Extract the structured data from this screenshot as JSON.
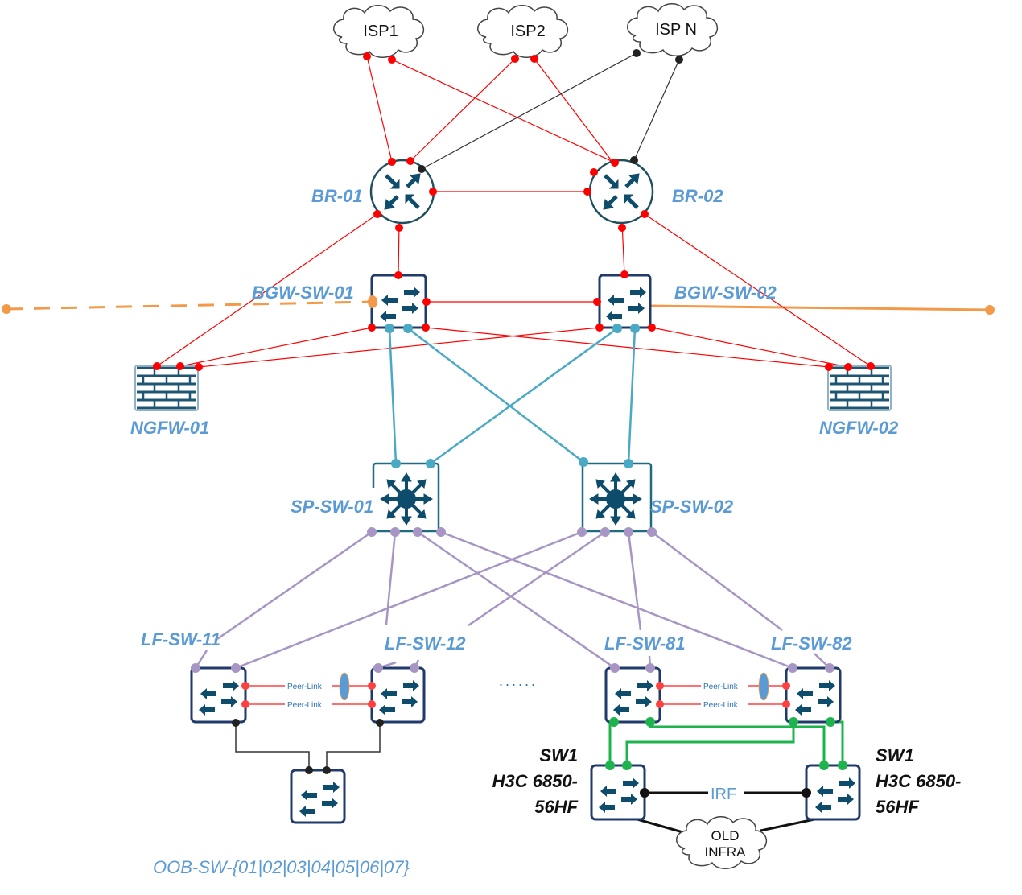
{
  "diagram": {
    "colors": {
      "wan_link": "#ff0000",
      "isp_n_link": "#222222",
      "uplink": "#4aa9c4",
      "fabric_link": "#a795c4",
      "peer_link": "#ff4040",
      "oob_link": "#222222",
      "irf_link": "#111111",
      "migration_link": "#1db34d",
      "external_link": "#f39a4a",
      "node_outline": "#1f3a6b",
      "icon_fill": "#0e4c6c",
      "label": "#5b9bd5"
    },
    "clouds": [
      {
        "id": "isp1",
        "label": "ISP1"
      },
      {
        "id": "isp2",
        "label": "ISP2"
      },
      {
        "id": "ispn",
        "label": "ISP N"
      },
      {
        "id": "old_infra",
        "label_line1": "OLD",
        "label_line2": "INFRA"
      }
    ],
    "routers": [
      {
        "id": "br01",
        "label": "BR-01"
      },
      {
        "id": "br02",
        "label": "BR-02"
      }
    ],
    "border_switches": [
      {
        "id": "bgw01",
        "label": "BGW-SW-01"
      },
      {
        "id": "bgw02",
        "label": "BGW-SW-02"
      }
    ],
    "firewalls": [
      {
        "id": "ngfw01",
        "label": "NGFW-01"
      },
      {
        "id": "ngfw02",
        "label": "NGFW-02"
      }
    ],
    "spine_switches": [
      {
        "id": "sp01",
        "label": "SP-SW-01"
      },
      {
        "id": "sp02",
        "label": "SP-SW-02"
      }
    ],
    "leaf_switches": [
      {
        "id": "lf11",
        "label": "LF-SW-11"
      },
      {
        "id": "lf12",
        "label": "LF-SW-12"
      },
      {
        "id": "lf81",
        "label": "LF-SW-81"
      },
      {
        "id": "lf82",
        "label": "LF-SW-82"
      }
    ],
    "ellipsis": "......",
    "peer_link_label": "Peer-Link",
    "oob_switch": {
      "id": "oob",
      "label": "OOB-SW-{01|02|03|04|05|06|07}"
    },
    "h3c_switches": [
      {
        "id": "h3c_left",
        "line1": "SW1",
        "line2": "H3C 6850-",
        "line3": "56HF"
      },
      {
        "id": "h3c_right",
        "line1": "SW1",
        "line2": "H3C 6850-",
        "line3": "56HF"
      }
    ],
    "irf_label": "IRF",
    "links": [
      {
        "from": "isp1",
        "to": "br01",
        "type": "wan"
      },
      {
        "from": "isp1",
        "to": "br02",
        "type": "wan"
      },
      {
        "from": "isp2",
        "to": "br01",
        "type": "wan"
      },
      {
        "from": "isp2",
        "to": "br02",
        "type": "wan"
      },
      {
        "from": "ispn",
        "to": "br01",
        "type": "isp_n"
      },
      {
        "from": "ispn",
        "to": "br02",
        "type": "isp_n"
      },
      {
        "from": "br01",
        "to": "br02",
        "type": "wan"
      },
      {
        "from": "br01",
        "to": "bgw01",
        "type": "wan"
      },
      {
        "from": "br01",
        "to": "ngfw01",
        "type": "wan"
      },
      {
        "from": "br02",
        "to": "bgw02",
        "type": "wan"
      },
      {
        "from": "br02",
        "to": "ngfw02",
        "type": "wan"
      },
      {
        "from": "bgw01",
        "to": "bgw02",
        "type": "wan"
      },
      {
        "from": "bgw01",
        "to": "ngfw01",
        "type": "wan"
      },
      {
        "from": "bgw01",
        "to": "ngfw02",
        "type": "wan"
      },
      {
        "from": "bgw02",
        "to": "ngfw01",
        "type": "wan"
      },
      {
        "from": "bgw02",
        "to": "ngfw02",
        "type": "wan"
      },
      {
        "from": "bgw01",
        "to": "sp01",
        "type": "uplink"
      },
      {
        "from": "bgw01",
        "to": "sp02",
        "type": "uplink"
      },
      {
        "from": "bgw02",
        "to": "sp01",
        "type": "uplink"
      },
      {
        "from": "bgw02",
        "to": "sp02",
        "type": "uplink"
      },
      {
        "from": "sp01",
        "to": "lf11",
        "type": "fabric"
      },
      {
        "from": "sp01",
        "to": "lf12",
        "type": "fabric"
      },
      {
        "from": "sp01",
        "to": "lf81",
        "type": "fabric"
      },
      {
        "from": "sp01",
        "to": "lf82",
        "type": "fabric"
      },
      {
        "from": "sp02",
        "to": "lf11",
        "type": "fabric"
      },
      {
        "from": "sp02",
        "to": "lf12",
        "type": "fabric"
      },
      {
        "from": "sp02",
        "to": "lf81",
        "type": "fabric"
      },
      {
        "from": "sp02",
        "to": "lf82",
        "type": "fabric"
      },
      {
        "from": "lf11",
        "to": "lf12",
        "type": "peer_link",
        "count": 2
      },
      {
        "from": "lf81",
        "to": "lf82",
        "type": "peer_link",
        "count": 2
      },
      {
        "from": "lf11",
        "to": "oob",
        "type": "oob"
      },
      {
        "from": "lf12",
        "to": "oob",
        "type": "oob"
      },
      {
        "from": "lf81",
        "to": "h3c_left",
        "type": "migration"
      },
      {
        "from": "lf81",
        "to": "h3c_right",
        "type": "migration"
      },
      {
        "from": "lf82",
        "to": "h3c_left",
        "type": "migration"
      },
      {
        "from": "lf82",
        "to": "h3c_right",
        "type": "migration"
      },
      {
        "from": "h3c_left",
        "to": "h3c_right",
        "type": "irf"
      },
      {
        "from": "h3c_left",
        "to": "old_infra",
        "type": "legacy"
      },
      {
        "from": "h3c_right",
        "to": "old_infra",
        "type": "legacy"
      },
      {
        "from": "bgw01",
        "to": "external_left",
        "type": "external_dashed"
      },
      {
        "from": "bgw02",
        "to": "external_right",
        "type": "external_solid"
      }
    ]
  }
}
